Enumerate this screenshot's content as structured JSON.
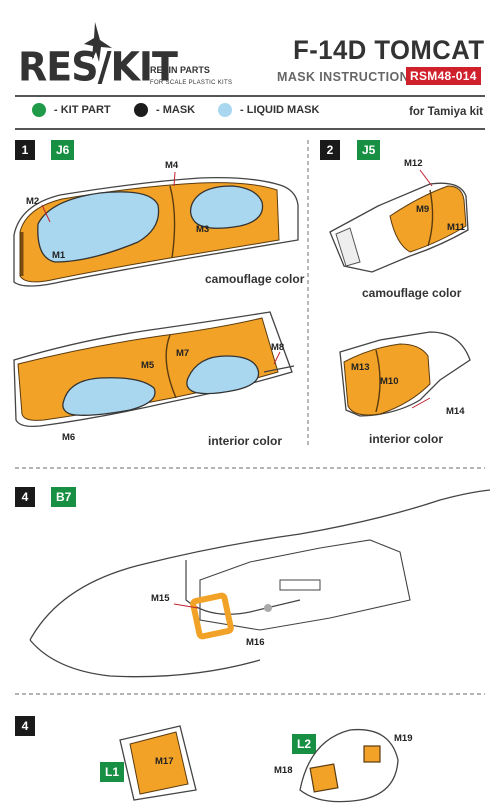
{
  "header": {
    "logo": "RES/KIT",
    "logo_sub_line1": "RESIN PARTS",
    "logo_sub_line2": "FOR SCALE PLASTIC KITS",
    "title": "F-14D TOMCAT",
    "subtitle": "MASK INSTRUCTION",
    "code": "RSM48-014"
  },
  "legend": {
    "kit_part": "- KIT PART",
    "mask": "- MASK",
    "liquid_mask": "- LIQUID MASK",
    "kit_for": "for Tamiya kit"
  },
  "colors": {
    "kit_part": "#1f9a48",
    "mask": "#1c1c1c",
    "liquid_mask": "#a9d7ef",
    "mask_fill": "#f2a227",
    "accent": "#d0202b"
  },
  "steps": [
    {
      "number": "1",
      "part": "J6",
      "captions": [
        "camouflage color",
        "interior color"
      ],
      "labels": [
        "M4",
        "M2",
        "M3",
        "M1",
        "M8",
        "M5",
        "M7",
        "M6"
      ]
    },
    {
      "number": "2",
      "part": "J5",
      "captions": [
        "camouflage color",
        "interior color"
      ],
      "labels": [
        "M12",
        "M9",
        "M11",
        "M13",
        "M10",
        "M14"
      ]
    },
    {
      "number": "4",
      "part": "B7",
      "labels": [
        "M15",
        "M16"
      ]
    },
    {
      "number": "4",
      "parts": [
        "L1",
        "L2"
      ],
      "labels": [
        "M17",
        "M18",
        "M19"
      ]
    }
  ]
}
